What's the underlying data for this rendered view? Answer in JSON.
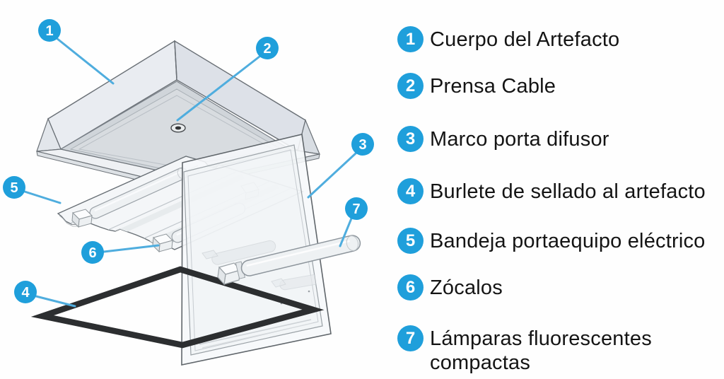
{
  "title": "Exploded diagram of a sealed ceiling light fixture with numbered parts legend",
  "colors": {
    "accent_blue": "#1f9fdb",
    "leader_blue": "#4fadde",
    "text_black": "#141414",
    "outline_gray": "#5d646a",
    "gasket_black": "#2c2e30",
    "body_fill": "#e7eaef",
    "panel_fill": "#f5f7f8"
  },
  "legend": {
    "items": [
      {
        "number": "1",
        "label": "Cuerpo del Artefacto"
      },
      {
        "number": "2",
        "label": "Prensa Cable"
      },
      {
        "number": "3",
        "label": "Marco porta difusor"
      },
      {
        "number": "4",
        "label": "Burlete de sellado al artefacto"
      },
      {
        "number": "5",
        "label": "Bandeja portaequipo eléctrico"
      },
      {
        "number": "6",
        "label": "Zócalos"
      },
      {
        "number": "7",
        "label": "Lámparas fluorescentes compactas"
      }
    ]
  },
  "diagram": {
    "callouts": [
      {
        "number": "1",
        "part": "fixture-body"
      },
      {
        "number": "2",
        "part": "cable-gland"
      },
      {
        "number": "3",
        "part": "diffuser-frame"
      },
      {
        "number": "4",
        "part": "sealing-gasket"
      },
      {
        "number": "5",
        "part": "equipment-tray"
      },
      {
        "number": "6",
        "part": "lamp-sockets"
      },
      {
        "number": "7",
        "part": "compact-fluorescent-lamp"
      }
    ]
  }
}
